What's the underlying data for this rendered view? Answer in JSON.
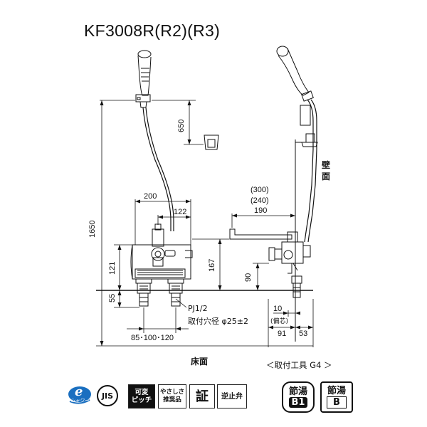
{
  "model": "KF3008R(R2)(R3)",
  "dims": {
    "d650": "650",
    "d1650": "1650",
    "d200": "200",
    "d122": "122",
    "d121": "121",
    "d55": "55",
    "d167": "167",
    "d90": "90",
    "d300": "(300)",
    "d240": "(240)",
    "d190": "190",
    "d10": "10",
    "offset_note": "(偏芯)",
    "d91": "91",
    "d53": "53",
    "pitch": "85･100･120"
  },
  "labels": {
    "pipe": "PJ1/2",
    "hole": "取付穴径 φ25±2",
    "wall_1": "壁",
    "wall_2": "面",
    "floor": "床面",
    "tool": "＜取付工具 G4 ＞"
  },
  "badges": {
    "shower_logo_1": "e",
    "shower_logo_2": "シャワー",
    "jis": "JIS",
    "pitch_1": "可変",
    "pitch_2": "ピッチ",
    "easy_1": "やさしさ",
    "easy_2": "推奨品",
    "cert": "証",
    "check": "逆止弁"
  },
  "symbols": {
    "b1_top": "節湯",
    "b1_bottom": "B1",
    "b_top": "節湯",
    "b_bottom": "B"
  },
  "colors": {
    "line": "#111111",
    "body_fill": "#ffffff"
  }
}
